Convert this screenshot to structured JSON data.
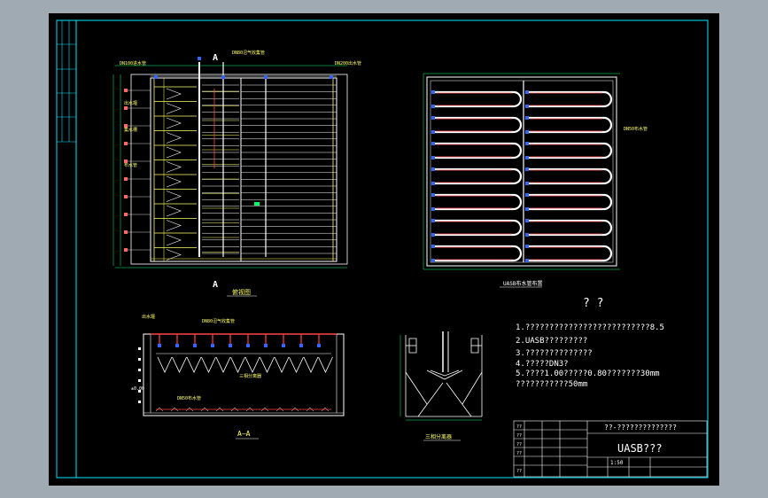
{
  "drawing": {
    "plan": {
      "title": "俯视图",
      "section_mark_top": "A",
      "section_mark_bottom": "A",
      "label_gas_pipe": "DN80沼气收集管",
      "label_outlet": "DN200出水管",
      "label_inlet_pipe_top": "DN100进水管",
      "side_labels": [
        "出水堰",
        "集水槽",
        "布水管"
      ]
    },
    "distributor": {
      "title": "UASB布水管布置",
      "pipe_label": "DN50布水管"
    },
    "section": {
      "title": "A—A",
      "label_weir": "出水堰",
      "label_gas": "DN80沼气收集管",
      "label_separator": "三相分离器",
      "label_bottom_pipe": "DN50布水管",
      "label_level": "±0.00"
    },
    "separator_detail": {
      "title": "三相分离器"
    },
    "notes": {
      "heading": "?    ?",
      "lines": [
        "1.??????????????????????????8.5",
        "2.UASB?????????",
        "3.??????????????",
        "4.?????DN3?",
        "5.????1.00?????0.80???????30mm",
        "  ???????????50mm"
      ]
    },
    "title_block": {
      "project": "??-??????????????",
      "drawing_name": "UASB???",
      "scale": "1:50",
      "rows": [
        "??",
        "??",
        "??",
        "??",
        "??"
      ]
    }
  }
}
